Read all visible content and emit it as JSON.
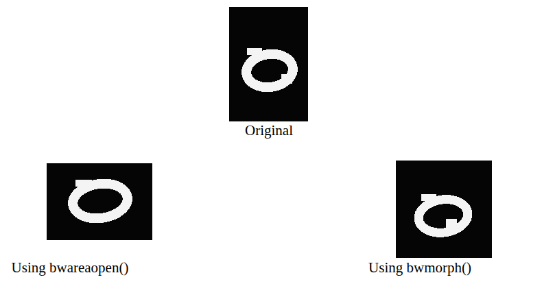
{
  "diagram": {
    "labels": [
      "Original",
      "Using bwareaopen()",
      "Using bwmorph()"
    ]
  }
}
